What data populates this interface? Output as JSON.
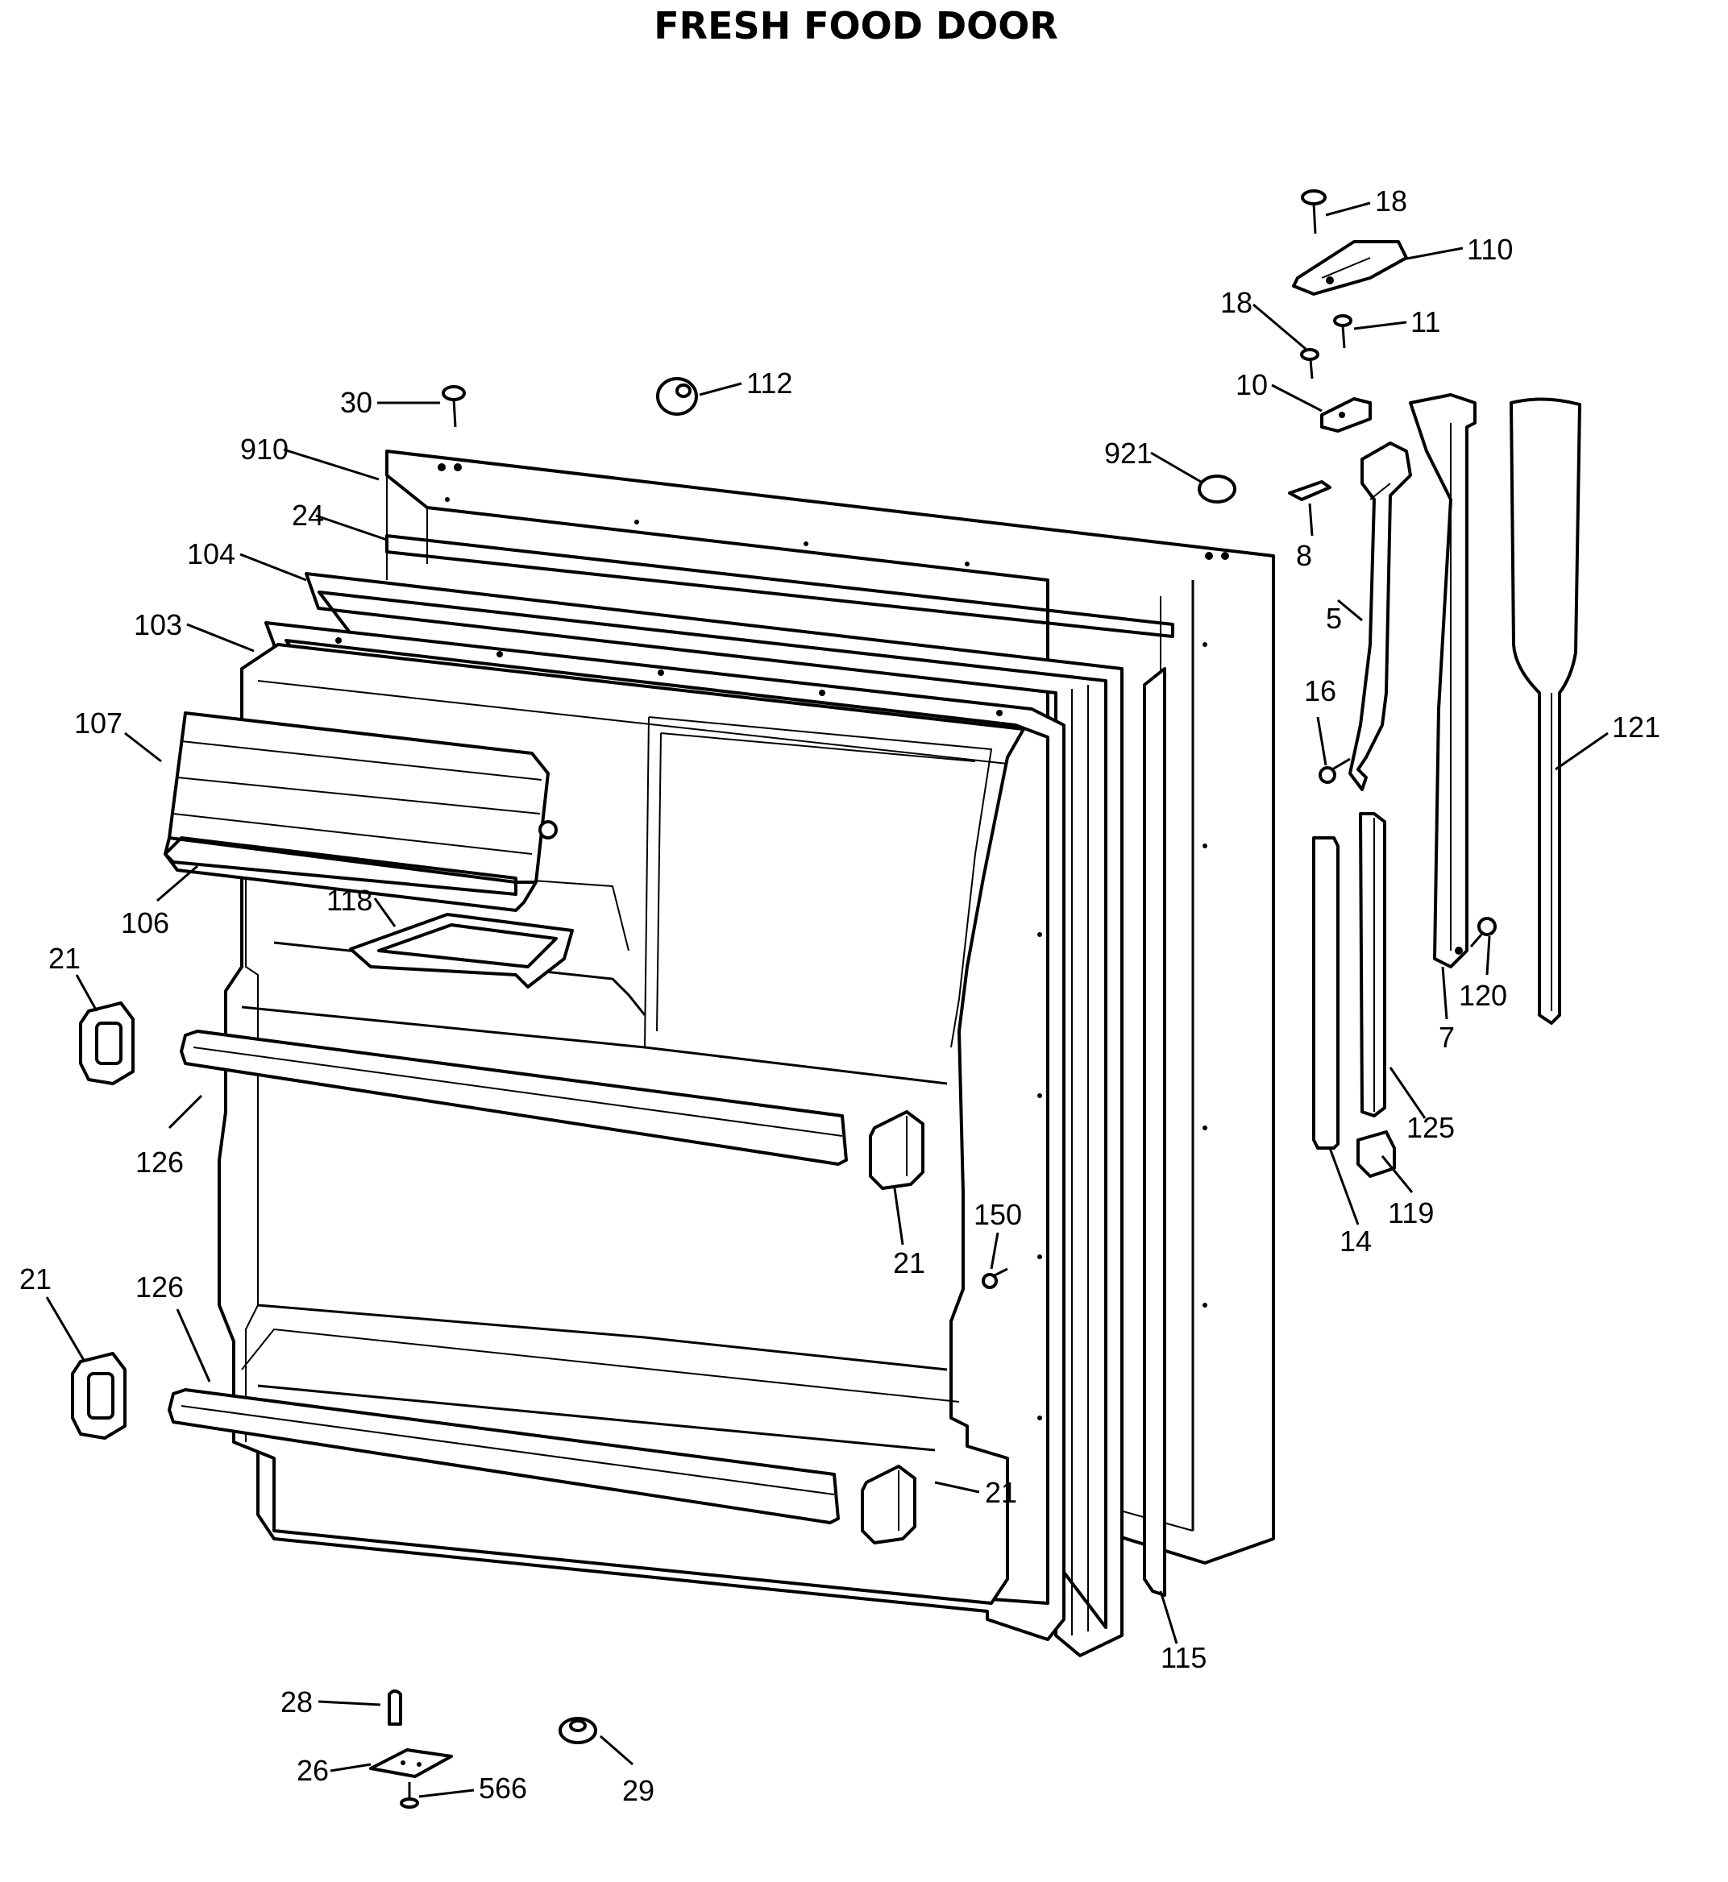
{
  "title": "FRESH FOOD DOOR",
  "labels": {
    "l18a": "18",
    "l110": "110",
    "l18b": "18",
    "l11": "11",
    "l30": "30",
    "l112": "112",
    "l10": "10",
    "l910": "910",
    "l921": "921",
    "l24": "24",
    "l8": "8",
    "l104": "104",
    "l5": "5",
    "l103": "103",
    "l16": "16",
    "l107": "107",
    "l121": "121",
    "l118": "118",
    "l106": "106",
    "l21a": "21",
    "l120": "120",
    "l7": "7",
    "l125": "125",
    "l126a": "126",
    "l150": "150",
    "l119": "119",
    "l21b": "21",
    "l14": "14",
    "l21c": "21",
    "l126b": "126",
    "l21d": "21",
    "l115": "115",
    "l28": "28",
    "l26": "26",
    "l29": "29",
    "l566": "566"
  }
}
